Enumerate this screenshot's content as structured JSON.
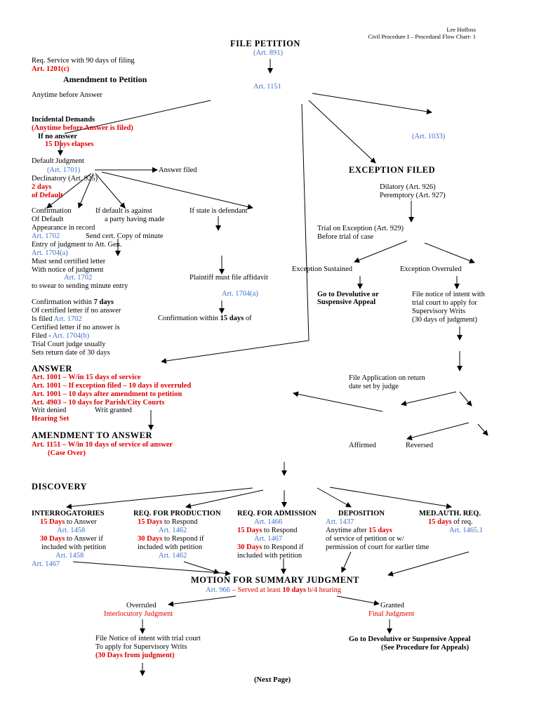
{
  "header": {
    "author": "Lee Hoffoss",
    "course": "Civil Procedure I – Procedural Flow Chart- 1"
  },
  "file_petition": {
    "title": "FILE PETITION",
    "art": "(Art. 891)",
    "art_1151": "Art. 1151"
  },
  "service": {
    "req": "Req. Service with 90 days of filing",
    "art": "Art. 1201(c)"
  },
  "amendment_petition": {
    "title": "Amendment to Petition",
    "note": "Anytime before Answer"
  },
  "incidental": {
    "title": "Incidental Demands",
    "note": "(Anytime before Answer is filed)",
    "if_no_answer": "If no answer",
    "elapses": "15 Days elapses"
  },
  "default_judgment": {
    "title": "Default Judgment",
    "art_1701": "(Art. 1701)",
    "answer_filed": "Answer filed",
    "declinatory": "Declinatory (Art. 925)",
    "two_days": "2 days",
    "of_default": "of Default"
  },
  "confirmation_col": {
    "l1": "Confirmation",
    "l2": "Of Default",
    "l3": "Appearance in record",
    "art_1702": "Art. 1702"
  },
  "default_party": {
    "l1": "If default is against",
    "l2": "a party having made",
    "send": "Send cert. Copy of minute",
    "entry": "Entry of judgment to Att. Gen.",
    "art_1704a": "Art. 1704(a)"
  },
  "state_defendant": "If state is defendant",
  "certified": {
    "l1": "Must send certified letter",
    "l2": "With notice of judgment",
    "art_1702": "Art. 1702",
    "l3": "to swear to sending minute entry"
  },
  "plaintiff": {
    "affidavit": "Plaintiff must file affidavit",
    "art": "Art. 1704(a)"
  },
  "confirm7": {
    "l1a": "Confirmation within ",
    "l1b": "7 days",
    "l2": "Of certified letter if no answer",
    "l3a": "Is filed  ",
    "l3b": "Art. 1702",
    "l4": "Certified letter if no answer is",
    "l5a": "Filed  - ",
    "l5b": "Art. 1704(b)",
    "l6": "Trial Court judge usually",
    "l7": "Sets return date of 30 days"
  },
  "confirm15": {
    "a": "Confirmation within ",
    "b": "15 days",
    "c": " of"
  },
  "art_1033": "(Art. 1033)",
  "exception": {
    "title": "EXCEPTION FILED",
    "dilatory": "Dilatory  (Art. 926)",
    "peremptory": "Peremptory  (Art. 927)",
    "trial": "Trial on Exception (Art. 929)",
    "before": "Before trial of case",
    "sustained": "Exception Sustained",
    "overruled": "Exception Overruled",
    "devolutive1": "Go to Devolutive or",
    "devolutive2": "Suspensive Appeal",
    "notice1": "File notice of intent with",
    "notice2": "trial court to apply for",
    "notice3": "Supervisory Writs",
    "notice4": "(30 days of judgment)",
    "app1": "File Application on return",
    "app2": "date set by judge",
    "affirmed": "Affirmed",
    "reversed": "Reversed"
  },
  "answer": {
    "title": "ANSWER",
    "l1": "Art. 1001 – W/in 15 days of service",
    "l2": "Art. 1001 – If exception filed – 10 days if overruled",
    "l3": "Art. 1001 – 10 days after amendment to petition",
    "l4": "Art. 4903 – 10 days for Parish/City Courts",
    "writ_denied": "Writ denied",
    "writ_granted": "Writ granted",
    "hearing": "Hearing Set"
  },
  "amendment_answer": {
    "title": "AMENDMENT TO ANSWER",
    "l1": "Art. 1151 – W/in 10 days of service of answer",
    "l2": "(Case Over)"
  },
  "discovery": {
    "title": "DISCOVERY"
  },
  "interrogatories": {
    "title": "INTERROGATORIES",
    "l1a": "15 Days",
    "l1b": " to Answer",
    "art1": "Art. 1458",
    "l2a": "30 Days",
    "l2b": " to Answer if",
    "l3": "included with petition",
    "art2": "Art. 1458",
    "art3": "Art. 1467"
  },
  "production": {
    "title": "REQ. FOR PRODUCTION",
    "l1a": "15 Days",
    "l1b": " to Respond",
    "art1": "Art. 1462",
    "l2a": "30 Days",
    "l2b": " to Respond if",
    "l3": "included with petition",
    "art2": "Art. 1462"
  },
  "admission": {
    "title": "REQ. FOR ADMISSION",
    "art1": "Art. 1466",
    "l1a": "15 Days",
    "l1b": " to Respond",
    "art2": "Art. 1467",
    "l2a": "30 Days",
    "l2b": " to Respond if",
    "l3": "included with petition"
  },
  "deposition": {
    "title": "DEPOSITION",
    "art": "Art. 1437",
    "l1a": "Anytime after ",
    "l1b": "15 days",
    "l2": "of service of petition or w/",
    "l3": "permission of court for earlier time"
  },
  "medical": {
    "title": "MED.AUTH. REQ.",
    "l1a": "15 days",
    "l1b": " of req.",
    "art": "Art. 1465.1"
  },
  "msj": {
    "title": "MOTION FOR SUMMARY JUDGMENT",
    "art": "Art. 966",
    "served_a": " – Served at least ",
    "served_b": "10 days",
    "served_c": " b/4 hearing",
    "overruled": "Overruled",
    "interlocutory": "Interlocutory Judgment",
    "granted": "Granted",
    "final": "Final Judgment",
    "notice1": "File Notice of intent with trial court",
    "notice2": "To apply for Supervisory Writs",
    "notice3": "(30 Days from judgment)",
    "appeal1": "Go to Devolutive or Suspensive Appeal",
    "appeal2": "(See Procedure for Appeals)"
  },
  "footer": {
    "next": "(Next Page)"
  }
}
